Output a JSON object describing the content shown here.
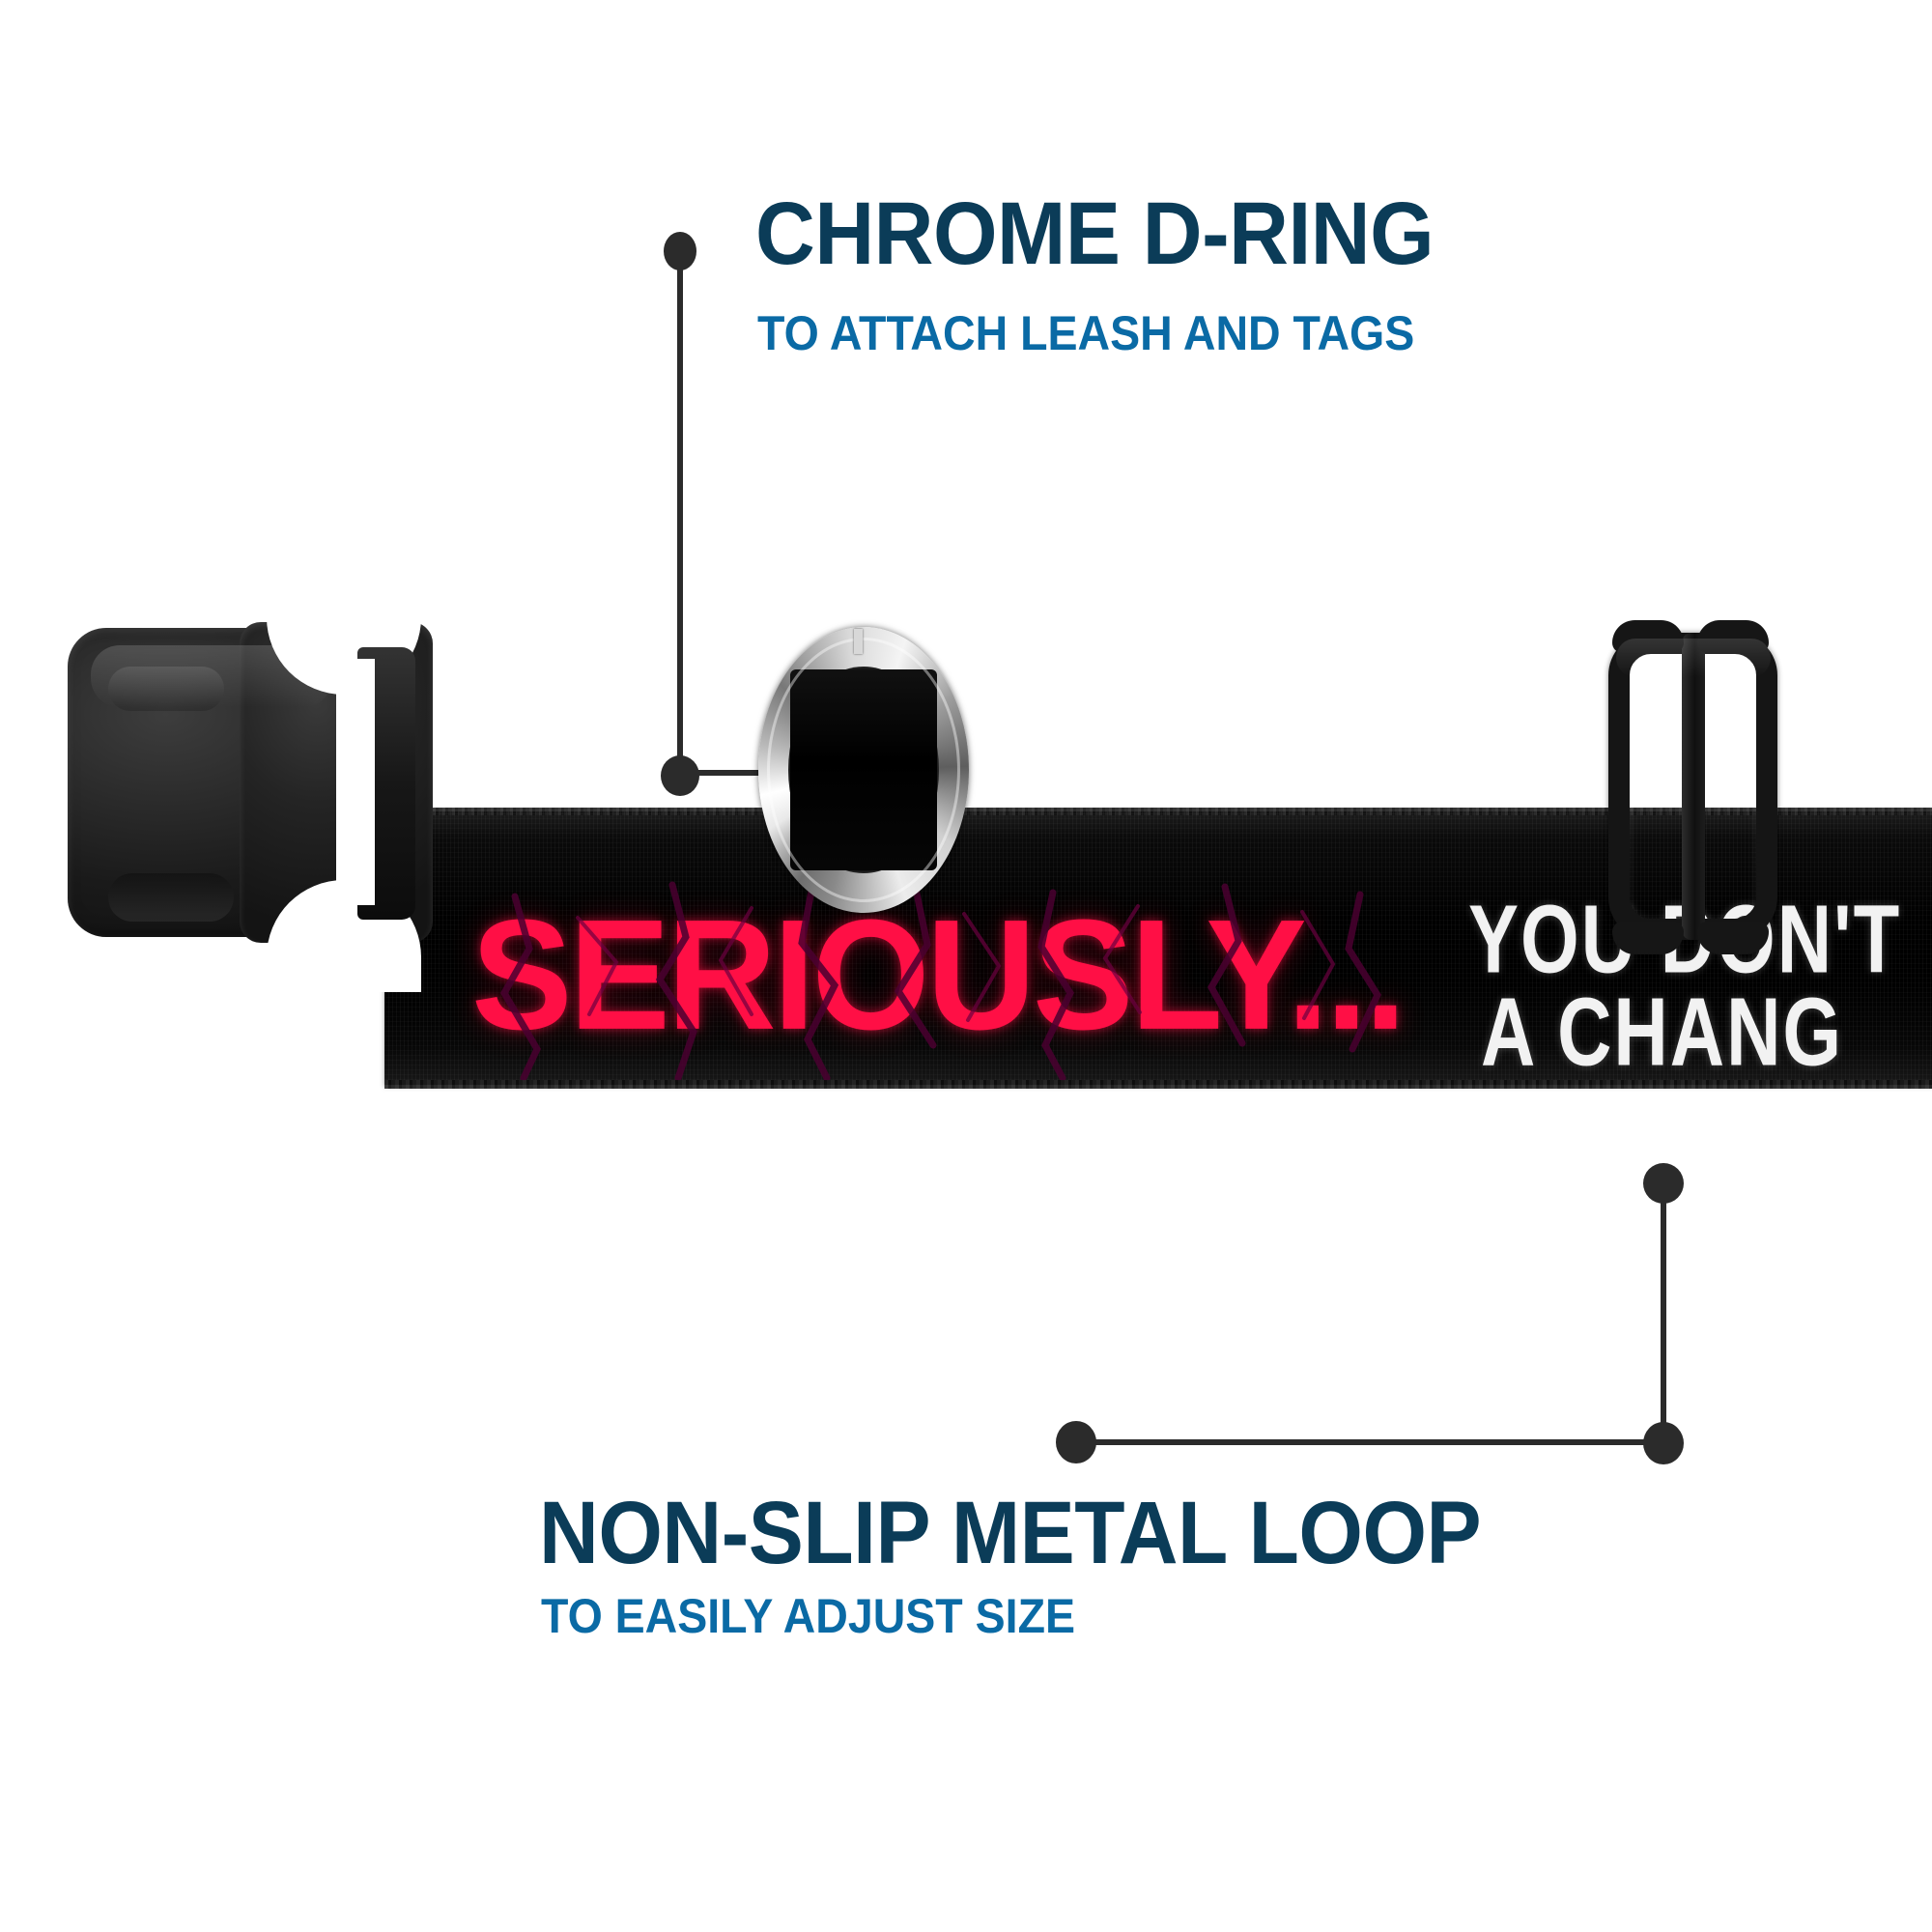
{
  "page": {
    "background_color": "#ffffff",
    "type": "product-feature-infographic"
  },
  "callouts": [
    {
      "id": "chrome-d-ring",
      "title": "CHROME D-RING",
      "subtitle": "TO ATTACH LEASH AND TAGS",
      "title_color": "#0B3C58",
      "subtitle_color": "#0A6AA5",
      "leader_color": "#2b2b2b",
      "position": "top"
    },
    {
      "id": "non-slip-metal-loop",
      "title": "NON-SLIP METAL LOOP",
      "subtitle": "TO EASILY ADJUST SIZE",
      "title_color": "#0B3C58",
      "subtitle_color": "#0A6AA5",
      "leader_color": "#2b2b2b",
      "position": "bottom"
    }
  ],
  "product": {
    "name": "dog-collar",
    "strap_color": "#000000",
    "hardware_color": "#151515",
    "dring_color": "#c9c9c9",
    "printed_text": {
      "primary": "SERIOUSLY...",
      "primary_color": "#FF0F45",
      "secondary_line_1": "YOU DON'T",
      "secondary_line_2": "A CHANG",
      "secondary_color": "#f2f2f2"
    },
    "parts": [
      {
        "name": "side-release-buckle",
        "label": "buckle"
      },
      {
        "name": "chrome-d-ring",
        "label": "D-ring"
      },
      {
        "name": "adjuster-loop",
        "label": "metal loop"
      },
      {
        "name": "nylon-webbing",
        "label": "strap"
      }
    ]
  }
}
